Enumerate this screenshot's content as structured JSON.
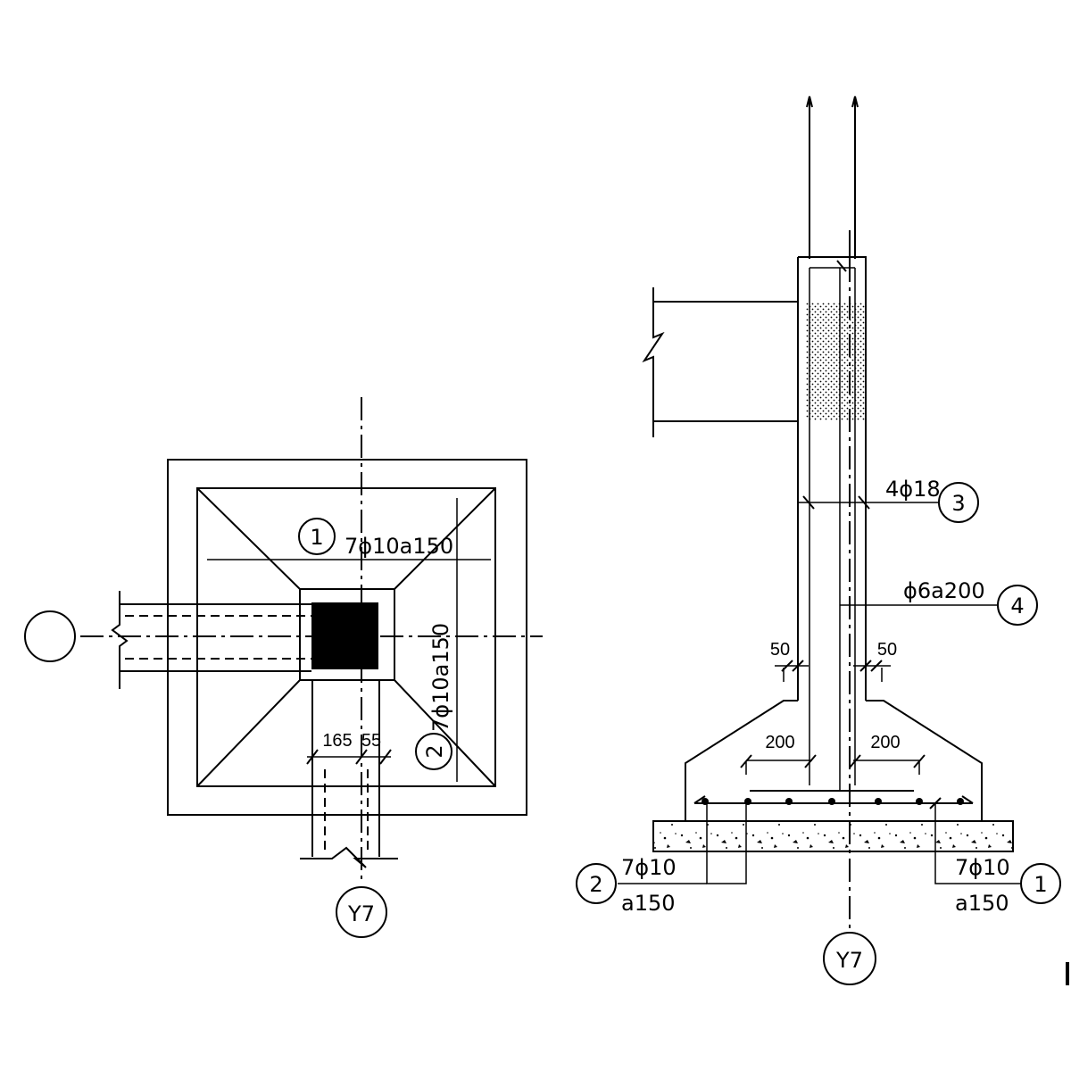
{
  "plan": {
    "bar1": {
      "number": "1",
      "spec": "7ϕ10a150"
    },
    "bar2": {
      "number": "2",
      "spec": "7ϕ10a150"
    },
    "dim_left": "165",
    "dim_right": "55",
    "axis": "Y7",
    "axis_left": ""
  },
  "section": {
    "bar3": {
      "number": "3",
      "spec": "4ϕ18"
    },
    "bar4": {
      "number": "4",
      "spec": "ϕ6a200"
    },
    "dim_50_left": "50",
    "dim_50_right": "50",
    "dim_200_left": "200",
    "dim_200_right": "200",
    "bottom_left": {
      "number": "2",
      "spec_top": "7ϕ10",
      "spec_bottom": "a150"
    },
    "bottom_right": {
      "number": "1",
      "spec_top": "7ϕ10",
      "spec_bottom": "a150"
    },
    "axis": "Y7"
  }
}
